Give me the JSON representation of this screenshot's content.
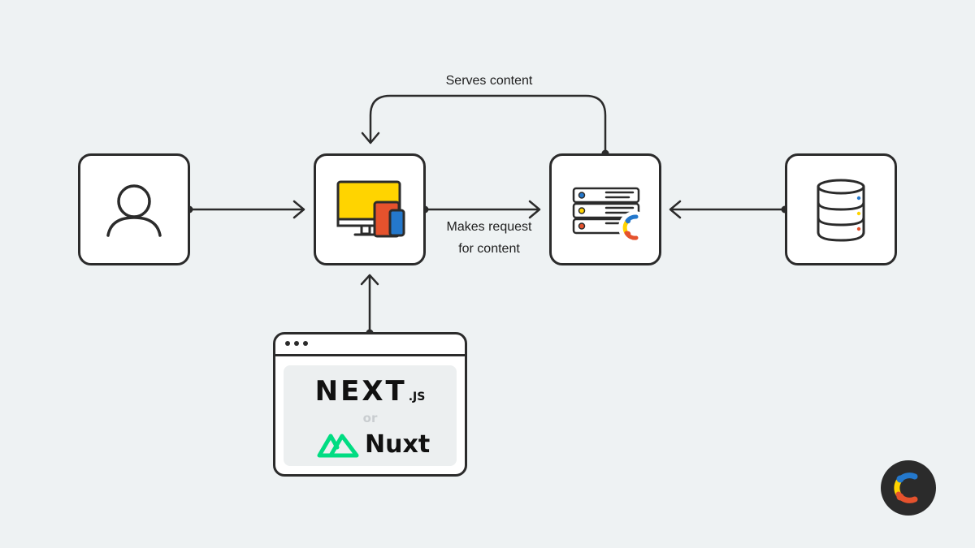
{
  "labels": {
    "serves_content": "Serves content",
    "makes_request_line1": "Makes request",
    "makes_request_line2": "for content"
  },
  "nodes": {
    "user": {
      "icon": "user-icon"
    },
    "device": {
      "icon": "devices-icon"
    },
    "cms": {
      "icon": "server-icon"
    },
    "database": {
      "icon": "database-icon"
    },
    "framework": {
      "nextjs_main": "NEXT",
      "nextjs_suffix": ".JS",
      "separator": "or",
      "nuxt": "Nuxt"
    }
  },
  "colors": {
    "background": "#eef2f3",
    "stroke": "#2b2b2b",
    "brand_blue": "#2478cc",
    "brand_yellow": "#ffd400",
    "brand_red": "#e5522d",
    "nuxt_green": "#00dc82"
  }
}
